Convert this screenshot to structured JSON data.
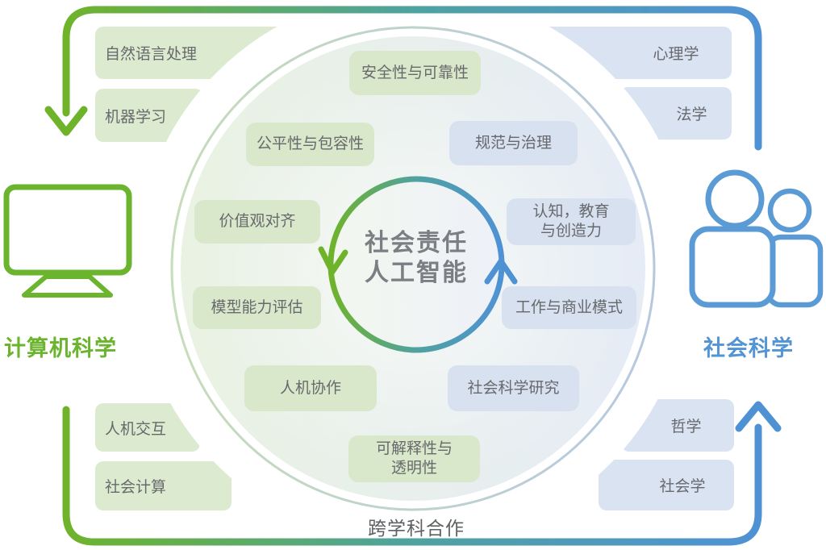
{
  "center_circle": {
    "line1": "社会责任",
    "line2": "人工智能"
  },
  "bottom_label": "跨学科合作",
  "computer_science": {
    "title": "计算机科学",
    "disciplines": [
      "自然语言处理",
      "机器学习",
      "人机交互",
      "社会计算"
    ]
  },
  "social_science": {
    "title": "社会科学",
    "disciplines": [
      "心理学",
      "法学",
      "哲学",
      "社会学"
    ]
  },
  "ai_topics": {
    "safety": "安全性与可靠性",
    "fairness": "公平性与包容性",
    "values": "价值观对齐",
    "model_eval": "模型能力评估",
    "human_ai": "人机协作",
    "explainability_l1": "可解释性与",
    "explainability_l2": "透明性"
  },
  "social_topics": {
    "governance": "规范与治理",
    "cognition_l1": "认知，教育",
    "cognition_l2": "与创造力",
    "work": "工作与商业模式",
    "research": "社会科学研究"
  },
  "colors": {
    "green": "#6fb32b",
    "blue": "#4f92d4",
    "green_box": "#d9e8cb",
    "blue_box": "#d8e1f0"
  }
}
